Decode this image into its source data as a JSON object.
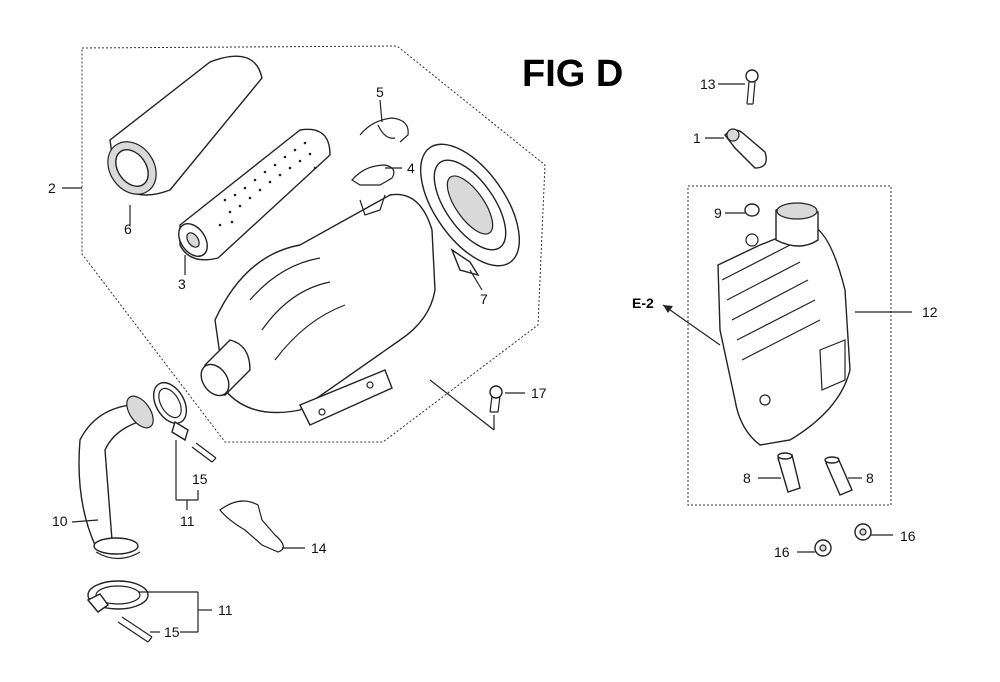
{
  "figure": {
    "title": "FIG D",
    "reference_tag": "E-2"
  },
  "callouts": {
    "c1": "1",
    "c2": "2",
    "c3": "3",
    "c4": "4",
    "c5": "5",
    "c6": "6",
    "c7": "7",
    "c8a": "8",
    "c8b": "8",
    "c9": "9",
    "c10": "10",
    "c11a": "11",
    "c11b": "11",
    "c12": "12",
    "c13": "13",
    "c14": "14",
    "c15a": "15",
    "c15b": "15",
    "c16a": "16",
    "c16b": "16",
    "c17": "17"
  }
}
